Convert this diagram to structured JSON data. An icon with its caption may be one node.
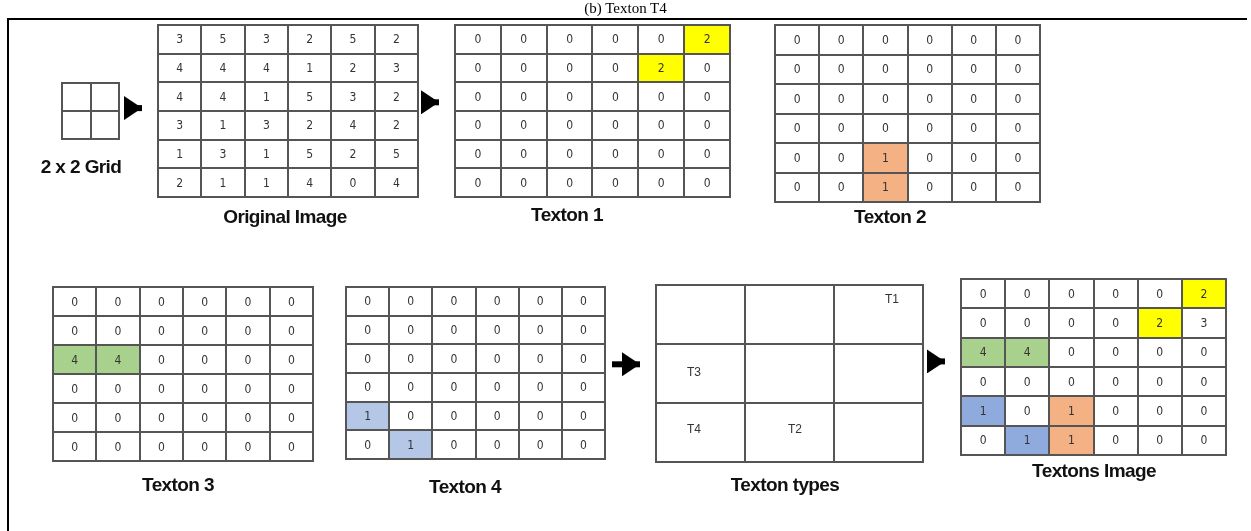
{
  "diagram": {
    "title": "(b) Texton T4",
    "nodes": [
      {
        "text": [
          "2 x 2 Grid"
        ]
      },
      {
        "text": [
          "3",
          "5",
          "3",
          "2",
          "5",
          "2",
          "4",
          "4",
          "4",
          "1",
          "2",
          "3",
          "4",
          "4",
          "1",
          "5",
          "3",
          "2",
          "3",
          "1",
          "3",
          "2",
          "4",
          "2",
          "1",
          "3",
          "1",
          "5",
          "2",
          "5",
          "2",
          "1",
          "1",
          "4",
          "0",
          "4",
          "Original Image"
        ]
      },
      {
        "text": [
          "0",
          "0",
          "0",
          "0",
          "0",
          "2",
          "0",
          "0",
          "0",
          "0",
          "2",
          "0",
          "0",
          "0",
          "0",
          "0",
          "0",
          "0",
          "0",
          "0",
          "0",
          "0",
          "0",
          "0",
          "0",
          "0",
          "0",
          "0",
          "0",
          "0",
          "0",
          "0",
          "0",
          "0",
          "0",
          "0",
          "Texton 1"
        ]
      },
      {
        "text": [
          "0",
          "0",
          "0",
          "0",
          "0",
          "0",
          "0",
          "0",
          "0",
          "0",
          "0",
          "0",
          "0",
          "0",
          "0",
          "0",
          "0",
          "0",
          "0",
          "0",
          "0",
          "0",
          "0",
          "0",
          "0",
          "0",
          "1",
          "0",
          "0",
          "0",
          "0",
          "0",
          "1",
          "0",
          "0",
          "0",
          "Texton 2"
        ]
      },
      {
        "text": [
          "0",
          "0",
          "0",
          "0",
          "0",
          "0",
          "0",
          "0",
          "0",
          "0",
          "0",
          "0",
          "4",
          "4",
          "0",
          "0",
          "0",
          "0",
          "0",
          "0",
          "0",
          "0",
          "0",
          "0",
          "0",
          "0",
          "0",
          "0",
          "0",
          "0",
          "0",
          "0",
          "0",
          "0",
          "0",
          "0",
          "Texton 3"
        ]
      },
      {
        "text": [
          "0",
          "0",
          "0",
          "0",
          "0",
          "0",
          "0",
          "0",
          "0",
          "0",
          "0",
          "0",
          "0",
          "0",
          "0",
          "0",
          "0",
          "0",
          "0",
          "0",
          "0",
          "0",
          "0",
          "0",
          "1",
          "0",
          "0",
          "0",
          "0",
          "0",
          "0",
          "1",
          "0",
          "0",
          "0",
          "0",
          "Texton 4"
        ]
      },
      {
        "text": [
          "T1",
          "T3",
          "T4",
          "T2",
          "Texton types"
        ]
      },
      {
        "text": [
          "0",
          "0",
          "0",
          "0",
          "0",
          "2",
          "0",
          "0",
          "0",
          "0",
          "2",
          "3",
          "4",
          "4",
          "0",
          "0",
          "0",
          "0",
          "0",
          "0",
          "0",
          "0",
          "0",
          "0",
          "1",
          "0",
          "1",
          "0",
          "0",
          "0",
          "0",
          "1",
          "1",
          "0",
          "0",
          "0",
          "Textons Image"
        ]
      }
    ],
    "edges": [
      {
        "from": 0,
        "to": 1,
        "arrow": "to"
      },
      {
        "from": 1,
        "to": 2,
        "arrow": "to"
      },
      {
        "from": 5,
        "to": 6,
        "arrow": "to"
      },
      {
        "from": 6,
        "to": 7,
        "arrow": "to"
      }
    ]
  }
}
